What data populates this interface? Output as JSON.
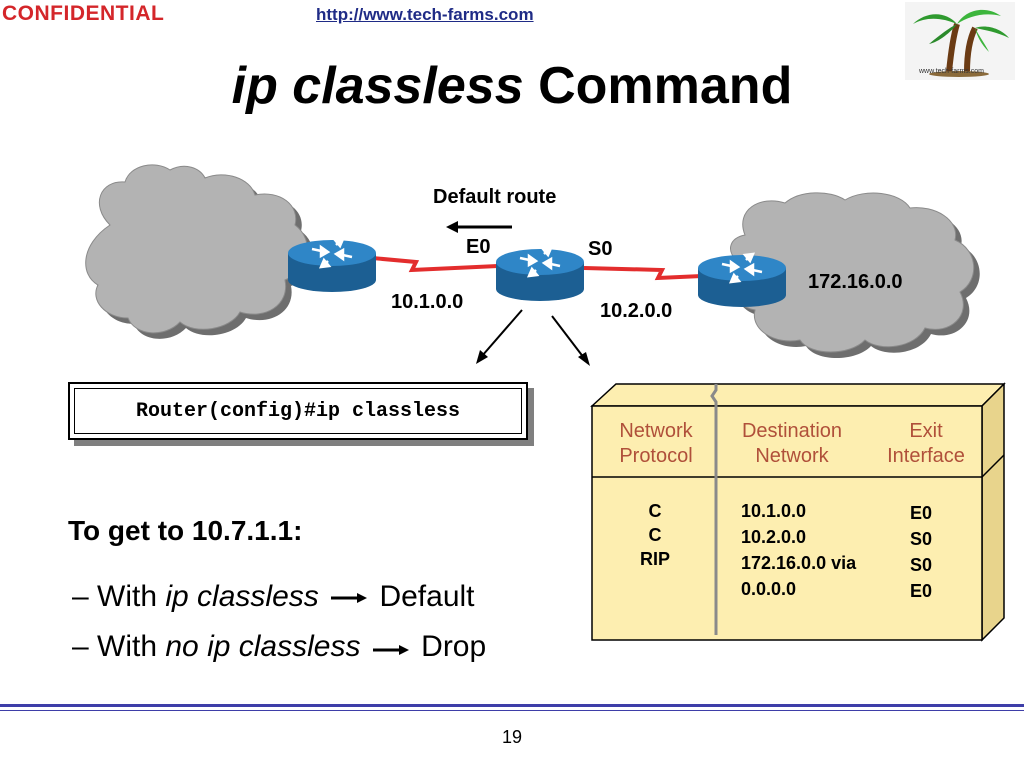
{
  "header": {
    "confidential": "CONFIDENTIAL",
    "url": "http://www.tech-farms.com",
    "logo_caption": "www.tech-farms.com"
  },
  "title": {
    "italic": "ip classless",
    "normal": "Command"
  },
  "network": {
    "default_route": "Default route",
    "e0": "E0",
    "s0": "S0",
    "net_left": "10.1.0.0",
    "net_mid": "10.2.0.0",
    "net_right": "172.16.0.0"
  },
  "command": "Router(config)#ip classless",
  "goal": "To get to 10.7.1.1:",
  "bullets": [
    {
      "prefix": "With ",
      "italic": "ip classless",
      "result": "Default"
    },
    {
      "prefix": "With ",
      "italic": "no ip classless",
      "result": "Drop"
    }
  ],
  "routing_table": {
    "headers": [
      "Network\nProtocol",
      "Destination\nNetwork",
      "Exit\nInterface"
    ],
    "protocols": [
      "C",
      "C",
      "RIP"
    ],
    "destinations": [
      "10.1.0.0",
      "10.2.0.0",
      "172.16.0.0 via",
      "0.0.0.0"
    ],
    "interfaces": [
      "E0",
      "S0",
      "S0",
      "E0"
    ]
  },
  "page_number": "19",
  "colors": {
    "confidential": "#d4262a",
    "url": "#1f2b86",
    "cloud": "#b3b3b3",
    "router": "#2f86c7",
    "link": "#e32d2d",
    "table_bg": "#fdeeb0",
    "table_header_text": "#b0503a"
  }
}
